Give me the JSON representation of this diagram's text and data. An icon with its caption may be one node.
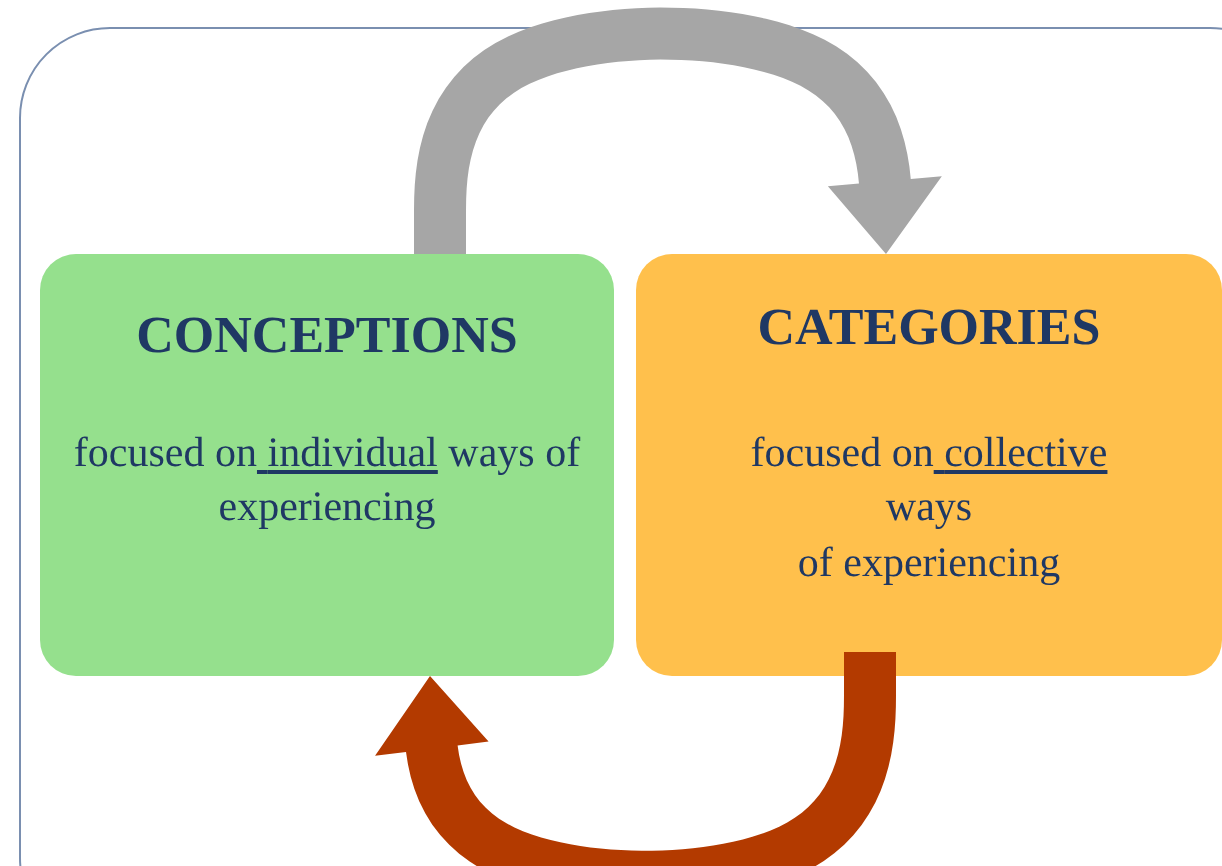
{
  "diagram": {
    "nodes": [
      {
        "text": [
          "CONCEPTIONS",
          "focused on individual ways of experiencing"
        ]
      },
      {
        "text": [
          "CATEGORIES",
          "focused on collective ways of experiencing"
        ]
      }
    ],
    "edges": [
      {
        "from": 0,
        "to": 1,
        "arrow": "to",
        "style": "thick"
      },
      {
        "from": 1,
        "to": 0,
        "arrow": "to",
        "style": "thick",
        "color": "#b33a00"
      }
    ]
  }
}
